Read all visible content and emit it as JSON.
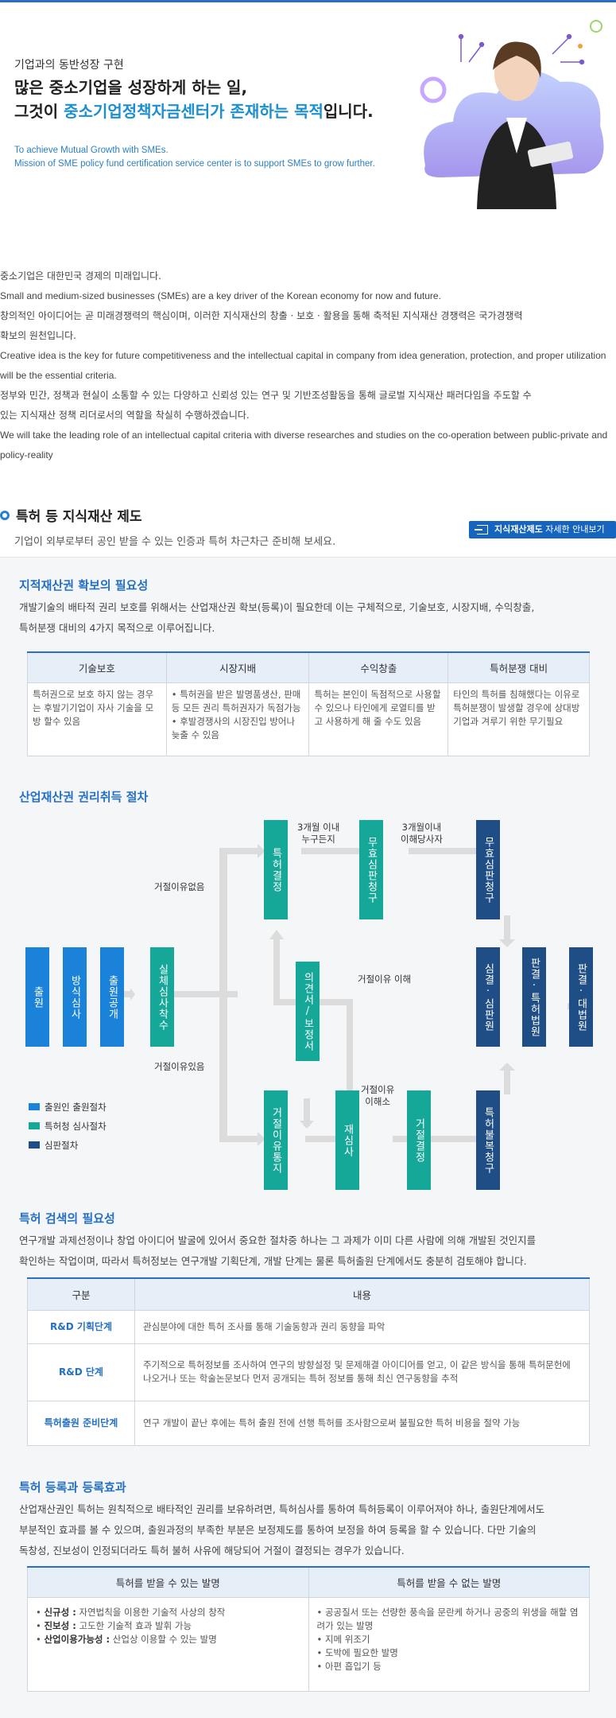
{
  "hero": {
    "kicker": "기업과의 동반성장 구현",
    "line1": "많은 중소기업을 성장하게 하는 일,",
    "line2_pre": "그것이 ",
    "line2_highlight": "중소기업정책자금센터가 존재하는 목적",
    "line2_post": "입니다.",
    "en1": "To achieve Mutual Growth with SMEs.",
    "en2": "Mission of SME policy fund certification service center is to support SMEs to grow further."
  },
  "intro": {
    "p1": "중소기업은 대한민국 경제의 미래입니다.",
    "p1_en": "Small and medium-sized businesses (SMEs) are a key driver of the Korean economy for now and future.",
    "p2a": "창의적인 아이디어는 곧 미래경쟁력의 핵심이며, 이러한 지식재산의 창출 · 보호 · 활용을 통해 축적된 지식재산 경쟁력은 국가경쟁력",
    "p2b": "확보의 원천입니다.",
    "p2_en_a": "Creative idea is the key for future competitiveness and the intellectual capital in company from idea generation, protection, and proper utilization",
    "p2_en_b": "will be the essential criteria.",
    "p3a": "정부와 민간, 정책과 현실이 소통할 수 있는 다양하고 신뢰성 있는 연구 및 기반조성활동을 통해 글로벌 지식재산 패러다임을 주도할 수",
    "p3b": "있는 지식재산 정책 리더로서의 역할을 착실히 수행하겠습니다.",
    "p3_en_a": "We will take the leading role of an intellectual capital criteria with diverse researches and studies on the co-operation between public-private and",
    "p3_en_b": "policy-reality"
  },
  "section": {
    "title": "특허 등 지식재산 제도",
    "subtitle": "기업이 외부로부터 공인 받을 수 있는 인증과 특허 차근차근 준비해 보세요.",
    "guide_bold": "지식재산제도",
    "guide_rest": " 자세한 안내보기"
  },
  "need": {
    "title": "지적재산권 확보의 필요성",
    "text1": "개발기술의 배타적 권리 보호를 위해서는 산업재산권 확보(등록)이 필요한데 이는 구체적으로, 기술보호, 시장지배, 수익창출,",
    "text2": "특허분쟁 대비의 4가지 목적으로 이루어집니다.",
    "headers": [
      "기술보호",
      "시장지배",
      "수익창출",
      "특허분쟁 대비"
    ],
    "cells": [
      "특허권으로 보호 하지 않는 경우는 후발기기업이 자사 기술을 모방 할수 있음",
      "• 특허권을 받은 발명품생산, 판매 등 모든 권리 특허권자가 독점가능\n• 후발경쟁사의 시장진입 방어나 늦출 수 있음",
      "특허는 본인이 독점적으로 사용할 수 있으나 타인에게 로열티를 받고 사용하게 해 줄 수도 있음",
      "타인의 특허를 침해했다는 이유로 특허분쟁이 발생할 경우에 상대방 기업과 겨루기 위한 무기필요"
    ]
  },
  "procedure": {
    "title": "산업재산권 권리취득 절차",
    "boxes": {
      "apply": "출원",
      "formal": "방식심사",
      "publish": "출원공개",
      "exam": "실체심사착수",
      "grant": "특허결정",
      "invalid1": "무효심판청구",
      "invalid2": "무효심판청구",
      "opinion": "의견서/보정서",
      "reject_notice": "거절이유통지",
      "reexam": "재심사",
      "reject_decision": "거절결정",
      "appeal_req": "특허불복청구",
      "trial": "심결·심판원",
      "patent_court": "판결·특허법원",
      "supreme": "판결·대법원"
    },
    "labels": {
      "no_reason": "거절이유없음",
      "has_reason": "거절이유있음",
      "three_months_anyone": "3개월 이내\n누구든지",
      "three_months_interested": "3개월이내\n이해당사자",
      "resolved": "거절이유 이해",
      "not_resolved": "거절이유\n이해소"
    },
    "legend": [
      "출원인 출원절차",
      "특허청 심사절차",
      "심판절차"
    ]
  },
  "search": {
    "title": "특허 검색의 필요성",
    "text1": "연구개발 과제선정이나 창업 아이디어 발굴에 있어서 중요한 절차중 하나는 그 과제가 이미 다른 사람에 의해 개발된 것인지를",
    "text2": "확인하는 작업이며, 따라서 특허정보는 연구개발 기획단계, 개발 단계는 물론 특허출원 단계에서도 충분히 검토해야 합니다.",
    "headers": [
      "구분",
      "내용"
    ],
    "rows": [
      {
        "k": "R&D 기획단계",
        "v": "관심분야에 대한 특허 조사를 통해 기술동향과 권리 동향을 파악"
      },
      {
        "k": "R&D 단계",
        "v": "주기적으로 특허정보를 조사하여 연구의 방향설정 및 문제해결 아이디어를 얻고, 이 같은 방식을 통해 특허문헌에 나오거나 또는 학술논문보다 먼저 공개되는 특허 정보를 통해 최신 연구동향을 추적"
      },
      {
        "k": "특허출원 준비단계",
        "v": "연구 개발이 끝난 후에는 특허 출원 전에 선행 특허를 조사함으로써 불필요한 특허 비용을 절약 가능"
      }
    ]
  },
  "registration": {
    "title": "특허 등록과 등록효과",
    "text1": "산업재산권인 특허는 원칙적으로 배타적인 권리를 보유하려면, 특허심사를 통하여 특허등록이 이루어져야 하나, 출원단계에서도",
    "text2": "부분적인 효과를 볼 수 있으며, 출원과정의 부족한 부분은 보정제도를 통하여 보정을 하여 등록을 할 수 있습니다. 다만 기술의",
    "text3": "독창성, 진보성이 인정되더라도 특허 불허 사유에 해당되어 거절이 결정되는 경우가 있습니다.",
    "headers": [
      "특허를 받을 수 있는 발명",
      "특허를 받을 수 없는 발명"
    ],
    "can": [
      {
        "b": "신규성 :",
        "t": " 자연법칙을 이용한 기술적 사상의 창작"
      },
      {
        "b": "진보성 :",
        "t": " 고도한 기술적 효과 발휘 가능"
      },
      {
        "b": "산업이용가능성 :",
        "t": " 산업상 이용할 수 있는 발명"
      }
    ],
    "cannot": [
      "• 공공질서 또는 선량한 풍속을 문란케 하거나 공중의 위생을 해할 염려가 있는 발명",
      "• 지메 위조기",
      "• 도박에 필요한 발명",
      "• 아편 흡입기 등"
    ]
  },
  "colors": {
    "blue": "#1a82d9",
    "teal": "#15a898",
    "navy": "#1f4e86",
    "accent": "#2470c4"
  }
}
